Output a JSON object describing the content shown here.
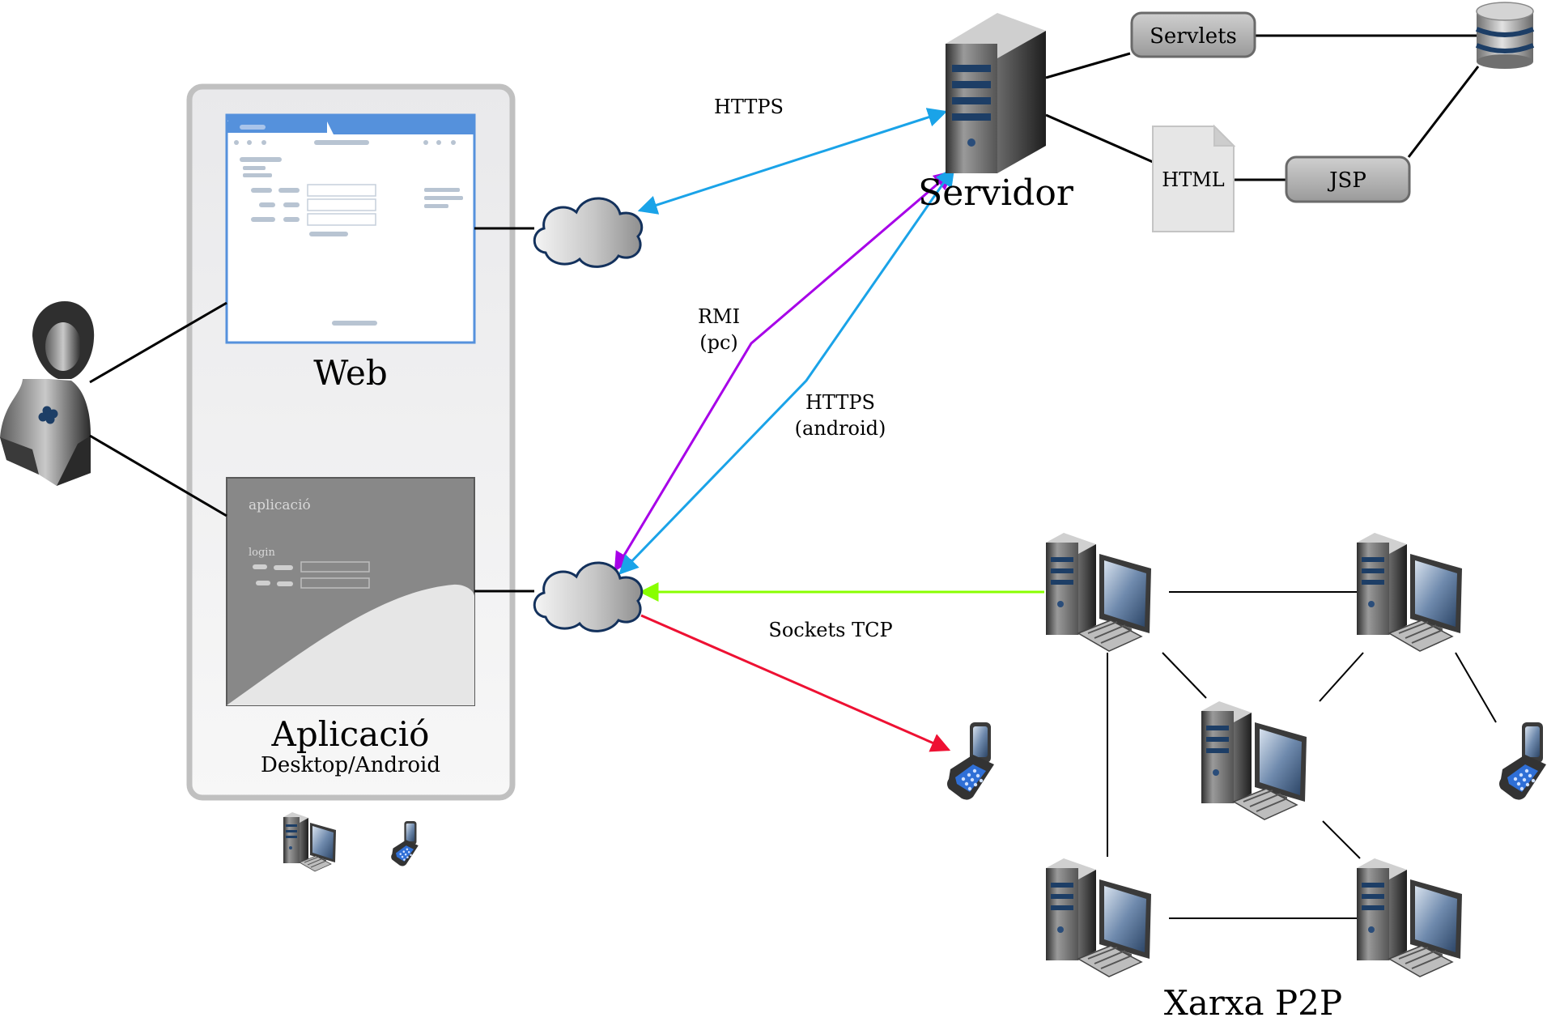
{
  "labels": {
    "web": "Web",
    "app_title": "Aplicació",
    "app_subtitle": "Desktop/Android",
    "server": "Servidor",
    "p2p": "Xarxa P2P",
    "servlets": "Servlets",
    "jsp": "JSP",
    "html_doc": "HTML",
    "https_top": "HTTPS",
    "rmi": "RMI",
    "rmi_sub": "(pc)",
    "https_android": "HTTPS",
    "https_android_sub": "(android)",
    "sockets": "Sockets TCP",
    "app_screen_title": "aplicació",
    "app_screen_login": "login"
  },
  "colors": {
    "https": "#1aa3e8",
    "rmi": "#a700e8",
    "sockets_in": "#88ff00",
    "sockets_out": "#ee1133",
    "browser_frame": "#5591dc",
    "panel_border": "#c0c0c0",
    "node_box": "#a9a9a9",
    "cloud_stroke": "#13315c"
  },
  "icons": [
    "user-icon",
    "browser-window-icon",
    "app-window-icon",
    "cloud-icon",
    "server-icon",
    "database-icon",
    "document-icon",
    "desktop-computer-icon",
    "mobile-phone-icon"
  ]
}
